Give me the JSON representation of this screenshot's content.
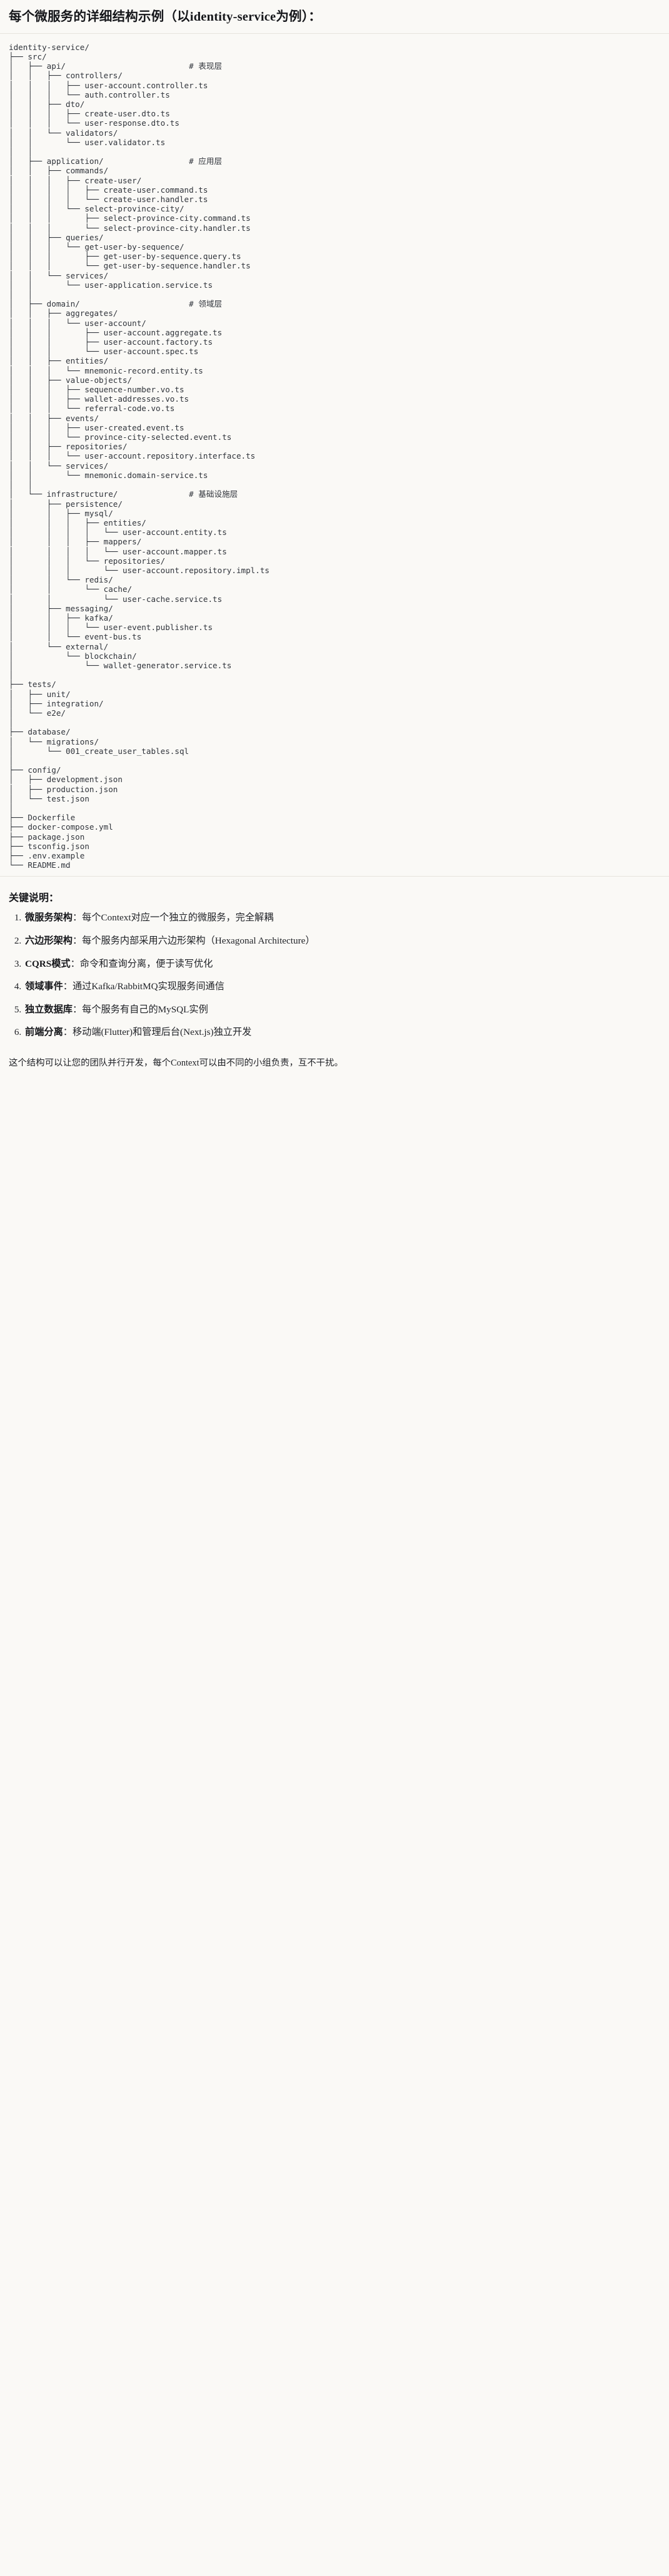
{
  "title": "每个微服务的详细结构示例（以identity-service为例）：",
  "tree": {
    "root": "identity-service/",
    "lines": [
      "identity-service/",
      "├── src/",
      "│   ├── api/                          # 表现层",
      "│   │   ├── controllers/",
      "│   │   │   ├── user-account.controller.ts",
      "│   │   │   └── auth.controller.ts",
      "│   │   ├── dto/",
      "│   │   │   ├── create-user.dto.ts",
      "│   │   │   └── user-response.dto.ts",
      "│   │   └── validators/",
      "│   │       └── user.validator.ts",
      "│   │",
      "│   ├── application/                  # 应用层",
      "│   │   ├── commands/",
      "│   │   │   ├── create-user/",
      "│   │   │   │   ├── create-user.command.ts",
      "│   │   │   │   └── create-user.handler.ts",
      "│   │   │   └── select-province-city/",
      "│   │   │       ├── select-province-city.command.ts",
      "│   │   │       └── select-province-city.handler.ts",
      "│   │   ├── queries/",
      "│   │   │   └── get-user-by-sequence/",
      "│   │   │       ├── get-user-by-sequence.query.ts",
      "│   │   │       └── get-user-by-sequence.handler.ts",
      "│   │   └── services/",
      "│   │       └── user-application.service.ts",
      "│   │",
      "│   ├── domain/                       # 领域层",
      "│   │   ├── aggregates/",
      "│   │   │   └── user-account/",
      "│   │   │       ├── user-account.aggregate.ts",
      "│   │   │       ├── user-account.factory.ts",
      "│   │   │       └── user-account.spec.ts",
      "│   │   ├── entities/",
      "│   │   │   └── mnemonic-record.entity.ts",
      "│   │   ├── value-objects/",
      "│   │   │   ├── sequence-number.vo.ts",
      "│   │   │   ├── wallet-addresses.vo.ts",
      "│   │   │   └── referral-code.vo.ts",
      "│   │   ├── events/",
      "│   │   │   ├── user-created.event.ts",
      "│   │   │   └── province-city-selected.event.ts",
      "│   │   ├── repositories/",
      "│   │   │   └── user-account.repository.interface.ts",
      "│   │   └── services/",
      "│   │       └── mnemonic.domain-service.ts",
      "│   │",
      "│   └── infrastructure/               # 基础设施层",
      "│       ├── persistence/",
      "│       │   ├── mysql/",
      "│       │   │   ├── entities/",
      "│       │   │   │   └── user-account.entity.ts",
      "│       │   │   ├── mappers/",
      "│       │   │   │   └── user-account.mapper.ts",
      "│       │   │   └── repositories/",
      "│       │   │       └── user-account.repository.impl.ts",
      "│       │   └── redis/",
      "│       │       └── cache/",
      "│       │           └── user-cache.service.ts",
      "│       ├── messaging/",
      "│       │   ├── kafka/",
      "│       │   │   └── user-event.publisher.ts",
      "│       │   └── event-bus.ts",
      "│       └── external/",
      "│           └── blockchain/",
      "│               └── wallet-generator.service.ts",
      "│",
      "├── tests/",
      "│   ├── unit/",
      "│   ├── integration/",
      "│   └── e2e/",
      "│",
      "├── database/",
      "│   └── migrations/",
      "│       └── 001_create_user_tables.sql",
      "│",
      "├── config/",
      "│   ├── development.json",
      "│   ├── production.json",
      "│   └── test.json",
      "│",
      "├── Dockerfile",
      "├── docker-compose.yml",
      "├── package.json",
      "├── tsconfig.json",
      "├── .env.example",
      "└── README.md"
    ]
  },
  "keys": {
    "heading": "关键说明：",
    "items": [
      {
        "label": "微服务架构",
        "sep": "：",
        "text": "每个Context对应一个独立的微服务，完全解耦"
      },
      {
        "label": "六边形架构",
        "sep": "：",
        "text": "每个服务内部采用六边形架构（Hexagonal Architecture）"
      },
      {
        "label": "CQRS模式",
        "sep": "：",
        "text": "命令和查询分离，便于读写优化"
      },
      {
        "label": "领域事件",
        "sep": "：",
        "text": "通过Kafka/RabbitMQ实现服务间通信"
      },
      {
        "label": "独立数据库",
        "sep": "：",
        "text": "每个服务有自己的MySQL实例"
      },
      {
        "label": "前端分离",
        "sep": "：",
        "text": "移动端(Flutter)和管理后台(Next.js)独立开发"
      }
    ]
  },
  "closing": "这个结构可以让您的团队并行开发，每个Context可以由不同的小组负责，互不干扰。"
}
